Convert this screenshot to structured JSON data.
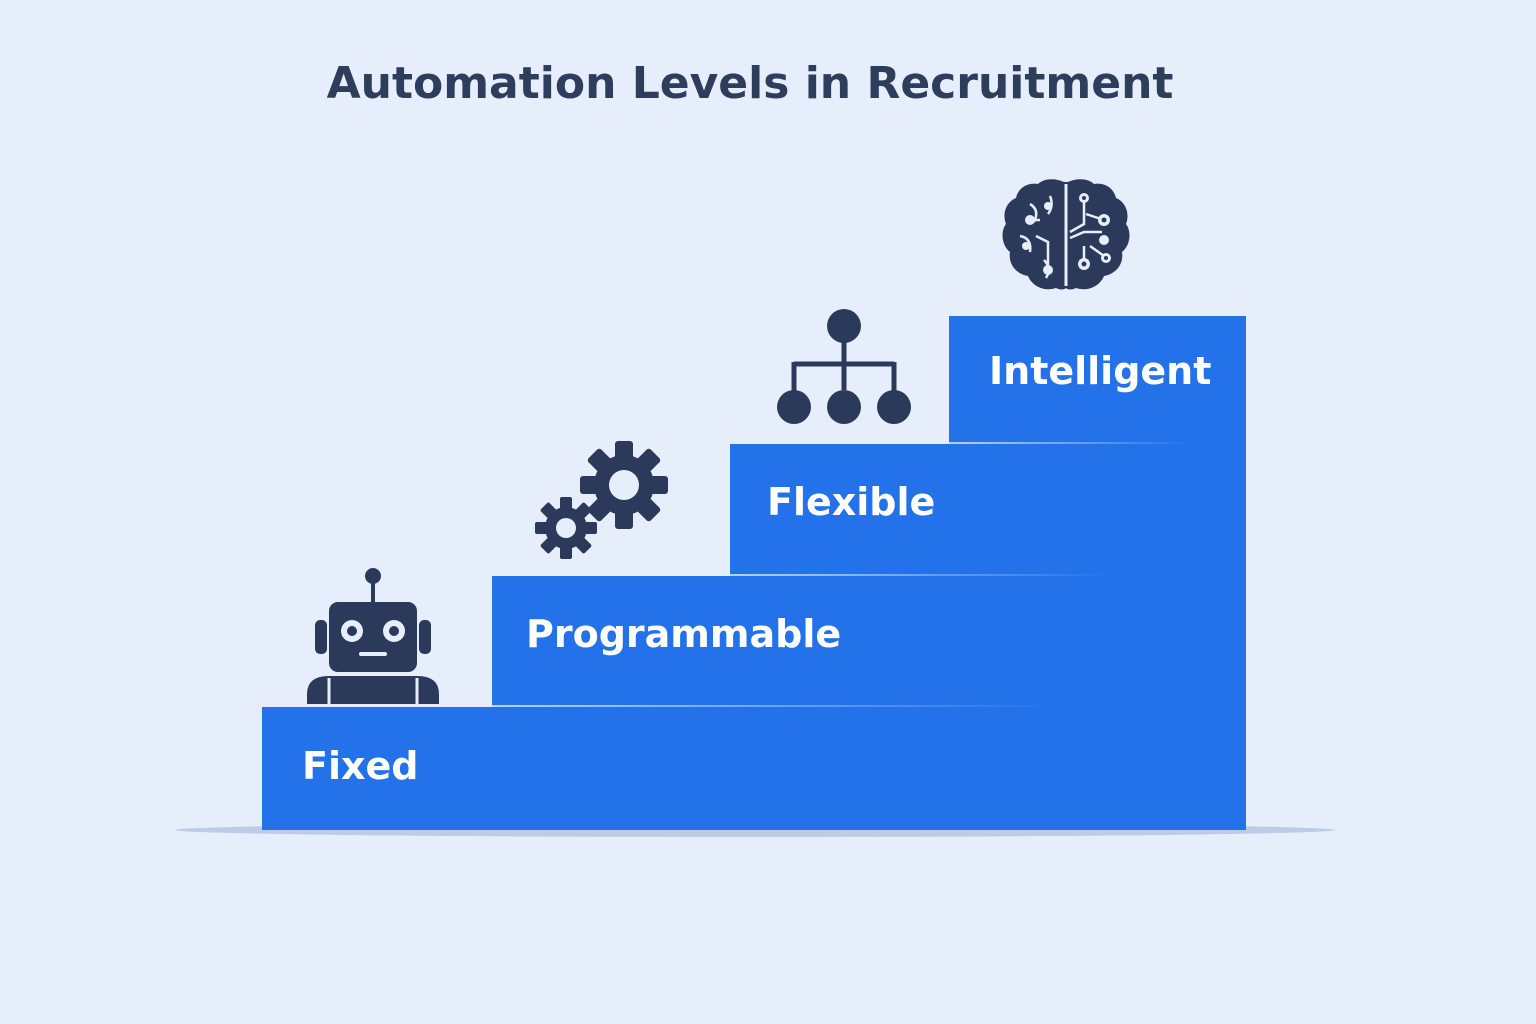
{
  "title": "Automation Levels in Recruitment",
  "colors": {
    "background": "#e7eefb",
    "step_fill": "#2472ea",
    "icon_fill": "#2b3a5a",
    "title_text": "#2f3d5c",
    "label_text": "#ffffff"
  },
  "steps": [
    {
      "label": "Fixed",
      "icon": "robot-icon"
    },
    {
      "label": "Programmable",
      "icon": "gears-icon"
    },
    {
      "label": "Flexible",
      "icon": "hierarchy-icon"
    },
    {
      "label": "Intelligent",
      "icon": "brain-circuit-icon"
    }
  ]
}
